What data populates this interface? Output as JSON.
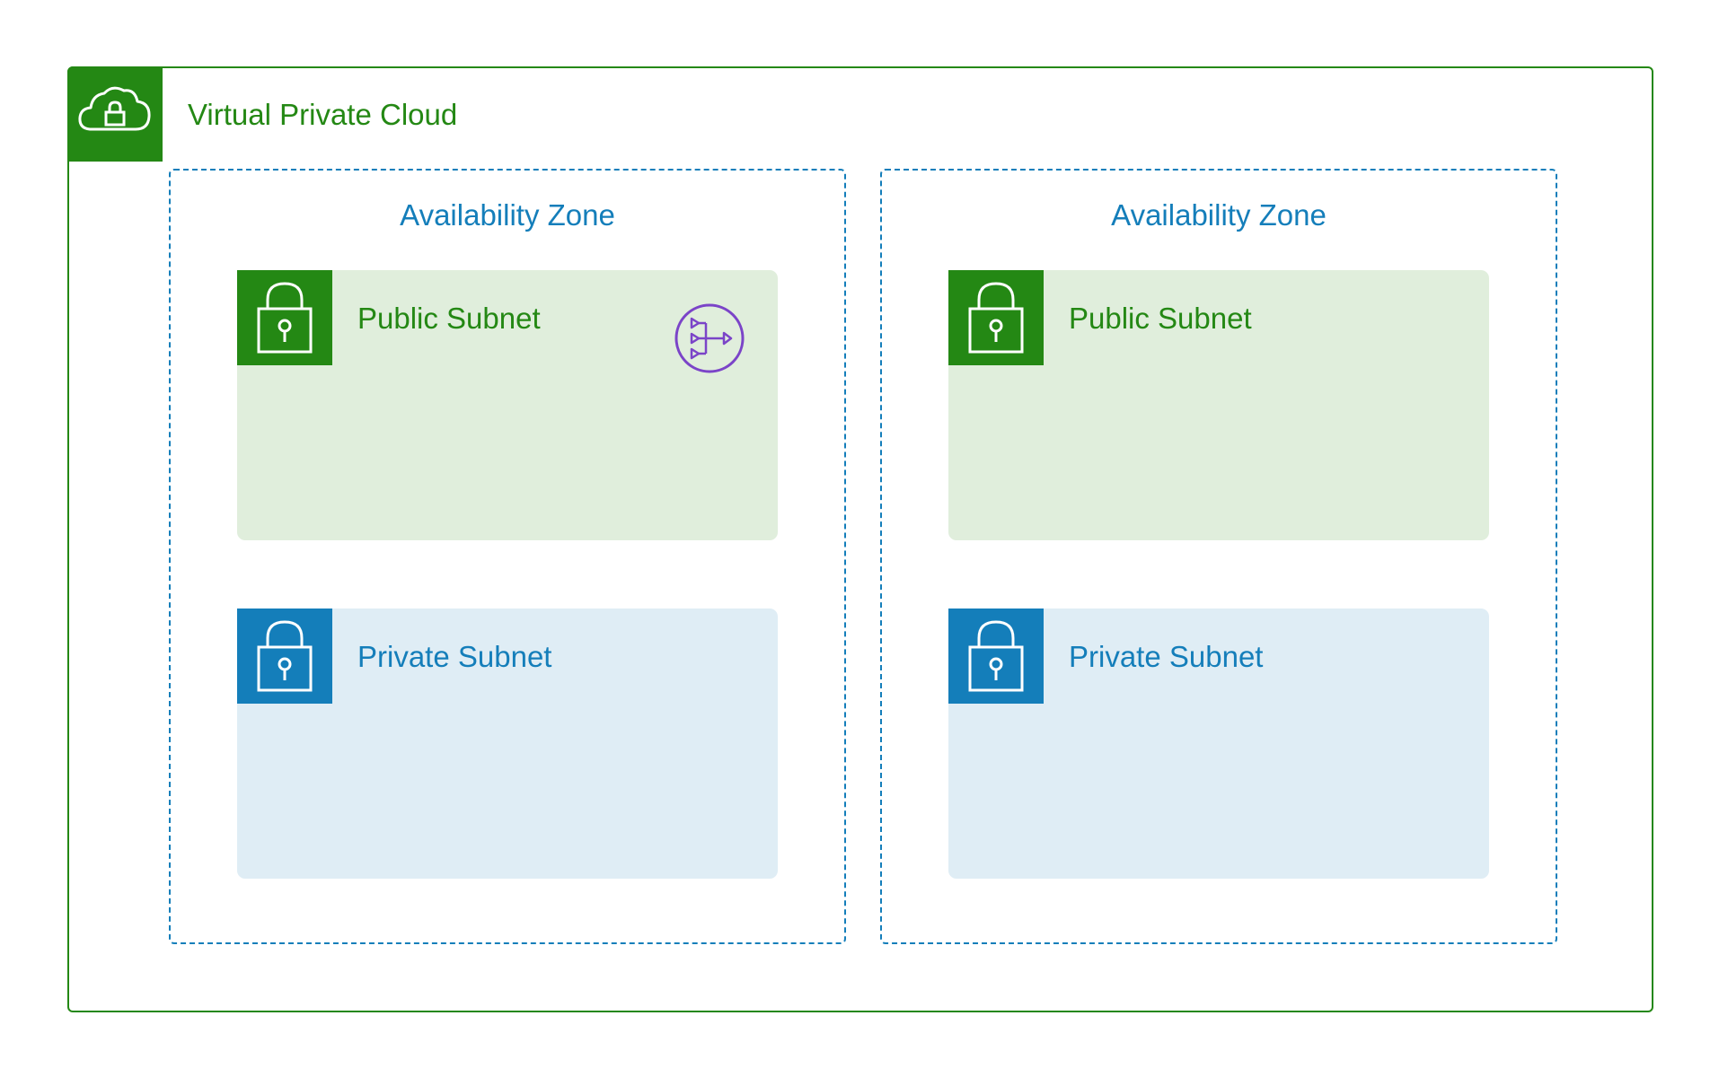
{
  "diagram": {
    "vpc": {
      "title": "Virtual Private Cloud",
      "icon": "vpc-cloud-lock-icon",
      "color": "#248814"
    },
    "availability_zones": [
      {
        "title": "Availability Zone",
        "color": "#147eba",
        "public_subnet": {
          "label": "Public Subnet",
          "icon": "padlock-icon",
          "color": "#248814",
          "fill": "#e0eedc",
          "contains": "nat-gateway-icon"
        },
        "private_subnet": {
          "label": "Private Subnet",
          "icon": "padlock-icon",
          "color": "#147eba",
          "fill": "#dfedf5"
        }
      },
      {
        "title": "Availability Zone",
        "color": "#147eba",
        "public_subnet": {
          "label": "Public Subnet",
          "icon": "padlock-icon",
          "color": "#248814",
          "fill": "#e0eedc"
        },
        "private_subnet": {
          "label": "Private Subnet",
          "icon": "padlock-icon",
          "color": "#147eba",
          "fill": "#dfedf5"
        }
      }
    ],
    "nat_gateway_color": "#7b44c8"
  }
}
